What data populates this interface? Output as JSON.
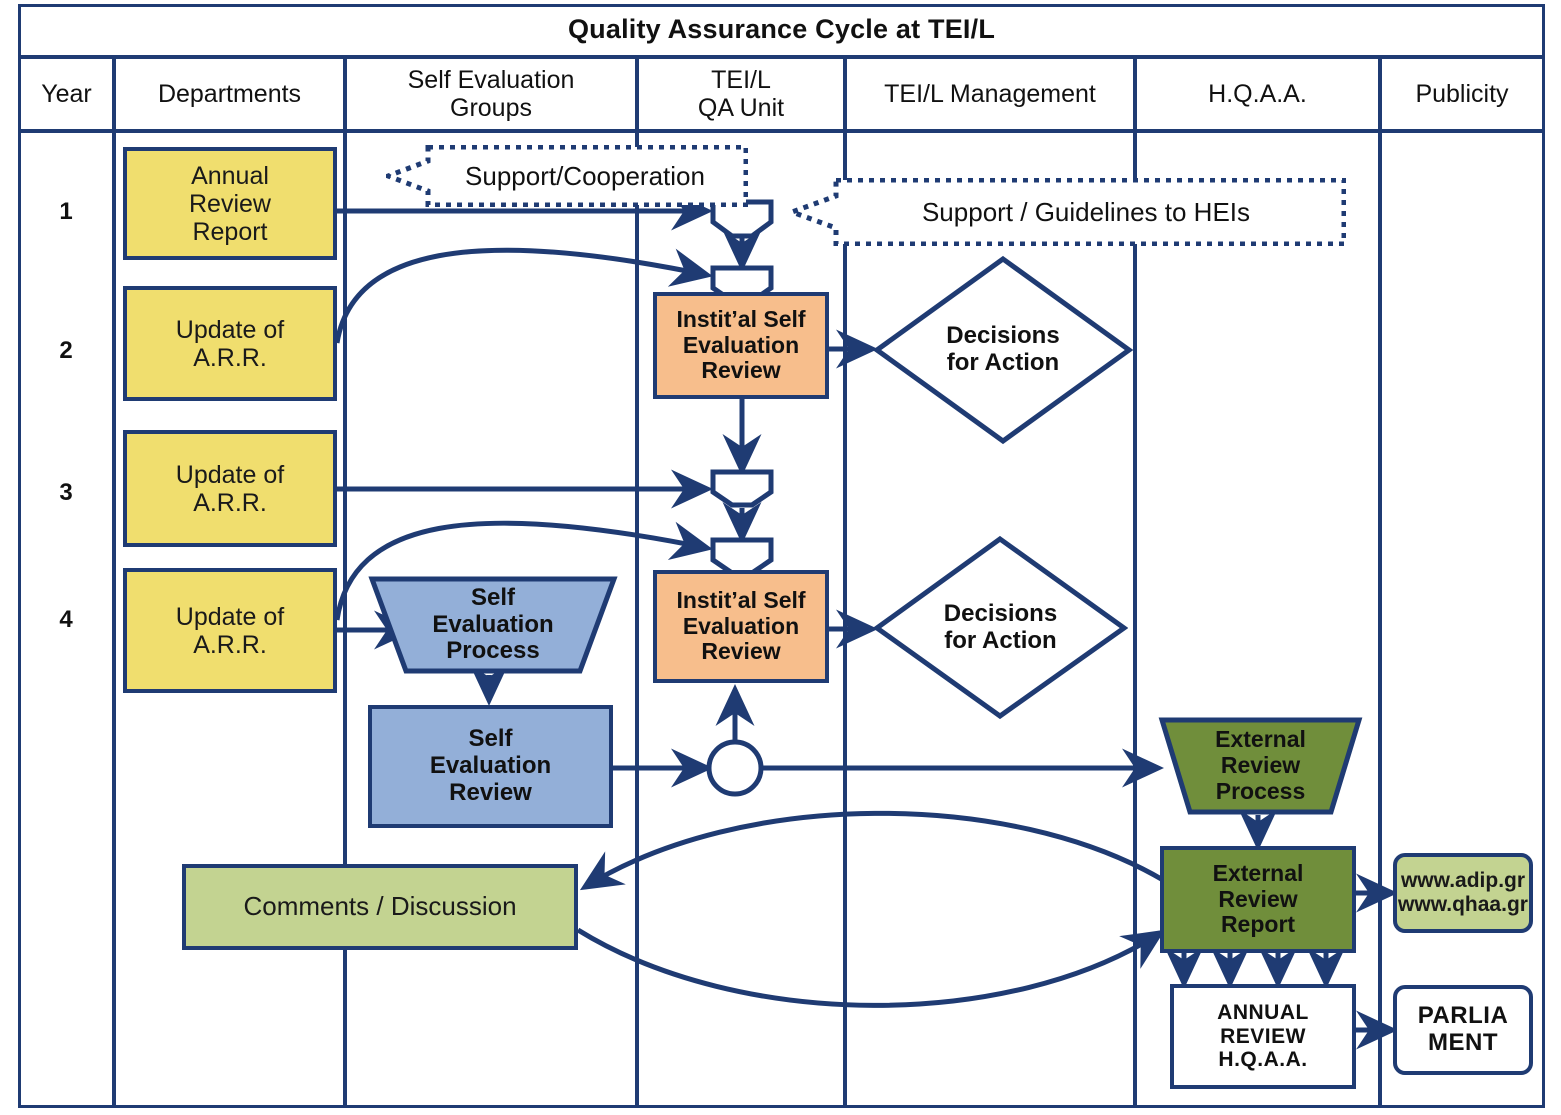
{
  "title": "Quality Assurance Cycle at TEI/L",
  "columns": [
    {
      "id": "year",
      "label": "Year"
    },
    {
      "id": "departments",
      "label": "Departments"
    },
    {
      "id": "self-evaluation-groups",
      "label": "Self Evaluation\nGroups"
    },
    {
      "id": "tei-l-qa-unit",
      "label": "TEI/L\nQA Unit"
    },
    {
      "id": "tei-l-management",
      "label": "TEI/L Management"
    },
    {
      "id": "hqaa",
      "label": "H.Q.A.A."
    },
    {
      "id": "publicity",
      "label": "Publicity"
    }
  ],
  "column_labels": {
    "year": "Year",
    "departments": "Departments",
    "seg_line1": "Self Evaluation",
    "seg_line2": "Groups",
    "qa_line1": "TEI/L",
    "qa_line2": "QA Unit",
    "management": "TEI/L Management",
    "hqaa": "H.Q.A.A.",
    "publicity": "Publicity"
  },
  "years": [
    "1",
    "2",
    "3",
    "4"
  ],
  "nodes": {
    "annual_review_report": {
      "l1": "Annual",
      "l2": "Review",
      "l3": "Report"
    },
    "update_arr_2": {
      "l1": "Update of",
      "l2": "A.R.R."
    },
    "update_arr_3": {
      "l1": "Update of",
      "l2": "A.R.R."
    },
    "update_arr_4": {
      "l1": "Update of",
      "l2": "A.R.R."
    },
    "self_evaluation_process": {
      "l1": "Self",
      "l2": "Evaluation",
      "l3": "Process"
    },
    "self_evaluation_review": {
      "l1": "Self",
      "l2": "Evaluation",
      "l3": "Review"
    },
    "institutional_self_evaluation_review_1": {
      "l1": "Instit’al Self",
      "l2": "Evaluation",
      "l3": "Review"
    },
    "institutional_self_evaluation_review_2": {
      "l1": "Instit’al Self",
      "l2": "Evaluation",
      "l3": "Review"
    },
    "decisions_for_action_1": {
      "l1": "Decisions",
      "l2": "for Action"
    },
    "decisions_for_action_2": {
      "l1": "Decisions",
      "l2": "for Action"
    },
    "external_review_process": {
      "l1": "External",
      "l2": "Review",
      "l3": "Process"
    },
    "external_review_report": {
      "l1": "External",
      "l2": "Review",
      "l3": "Report"
    },
    "annual_review_hqaa": {
      "l1": "ANNUAL",
      "l2": "REVIEW",
      "l3": "H.Q.A.A."
    },
    "comments_discussion": {
      "l1": "Comments / Discussion"
    },
    "websites": {
      "l1": "www.adip.gr",
      "l2": "www.qhaa.gr"
    },
    "parliament": {
      "l1": "PARLIA",
      "l2": "MENT"
    }
  },
  "annotations": {
    "support_cooperation": "Support/Cooperation",
    "support_guidelines": "Support / Guidelines to HEIs"
  },
  "colors": {
    "frame": "#1F3B73",
    "yellow": "#F0DE6E",
    "orange": "#F7BE8C",
    "blue": "#93AFD8",
    "dark_green": "#708E3B",
    "light_green": "#C3D391",
    "white": "#FFFFFF"
  }
}
